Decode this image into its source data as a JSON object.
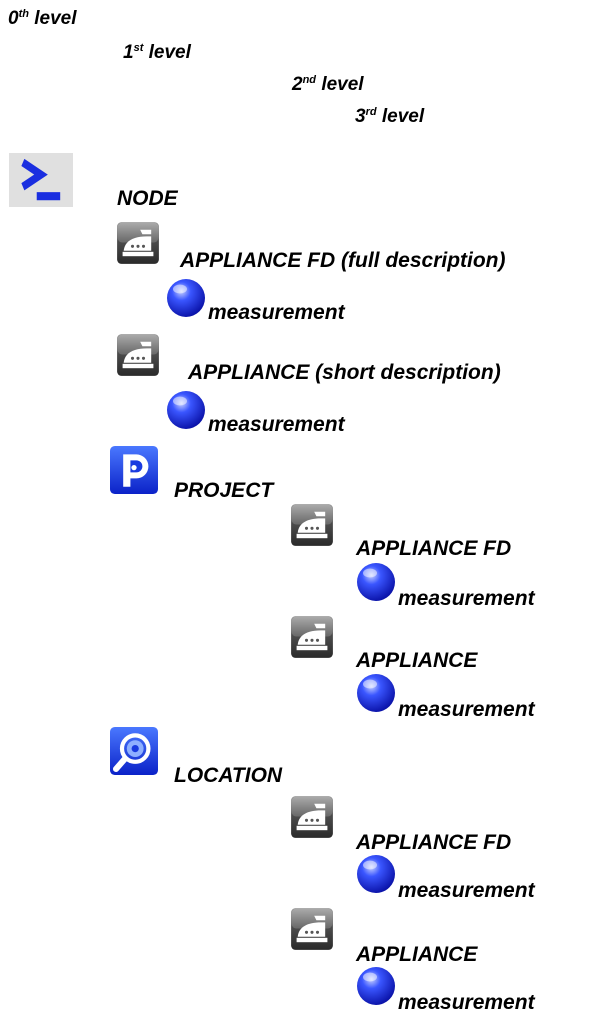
{
  "levels": [
    {
      "num": "0",
      "ord": "th",
      "word": "level"
    },
    {
      "num": "1",
      "ord": "st",
      "word": "level"
    },
    {
      "num": "2",
      "ord": "nd",
      "word": "level"
    },
    {
      "num": "3",
      "ord": "rd",
      "word": "level"
    }
  ],
  "tree": {
    "node": "NODE",
    "appliance_fd_full": "APPLIANCE FD (full description)",
    "measurement_1": "measurement",
    "appliance_short": "APPLIANCE (short description)",
    "measurement_2": "measurement",
    "project": "PROJECT",
    "project_appliance_fd": "APPLIANCE FD",
    "project_measurement_1": "measurement",
    "project_appliance": "APPLIANCE",
    "project_measurement_2": "measurement",
    "location": "LOCATION",
    "location_appliance_fd": "APPLIANCE FD",
    "location_measurement_1": "measurement",
    "location_appliance": "APPLIANCE",
    "location_measurement_2": "measurement"
  },
  "icons": {
    "node": "terminal-prompt-icon",
    "appliance": "iron-icon",
    "measurement": "blue-sphere-icon",
    "project": "project-p-icon",
    "location": "magnifier-location-icon"
  },
  "colors": {
    "text": "#000000",
    "accent_blue": "#1a2ee0",
    "sphere_blue": "#2233ee",
    "icon_gray": "#4a4a4a"
  }
}
